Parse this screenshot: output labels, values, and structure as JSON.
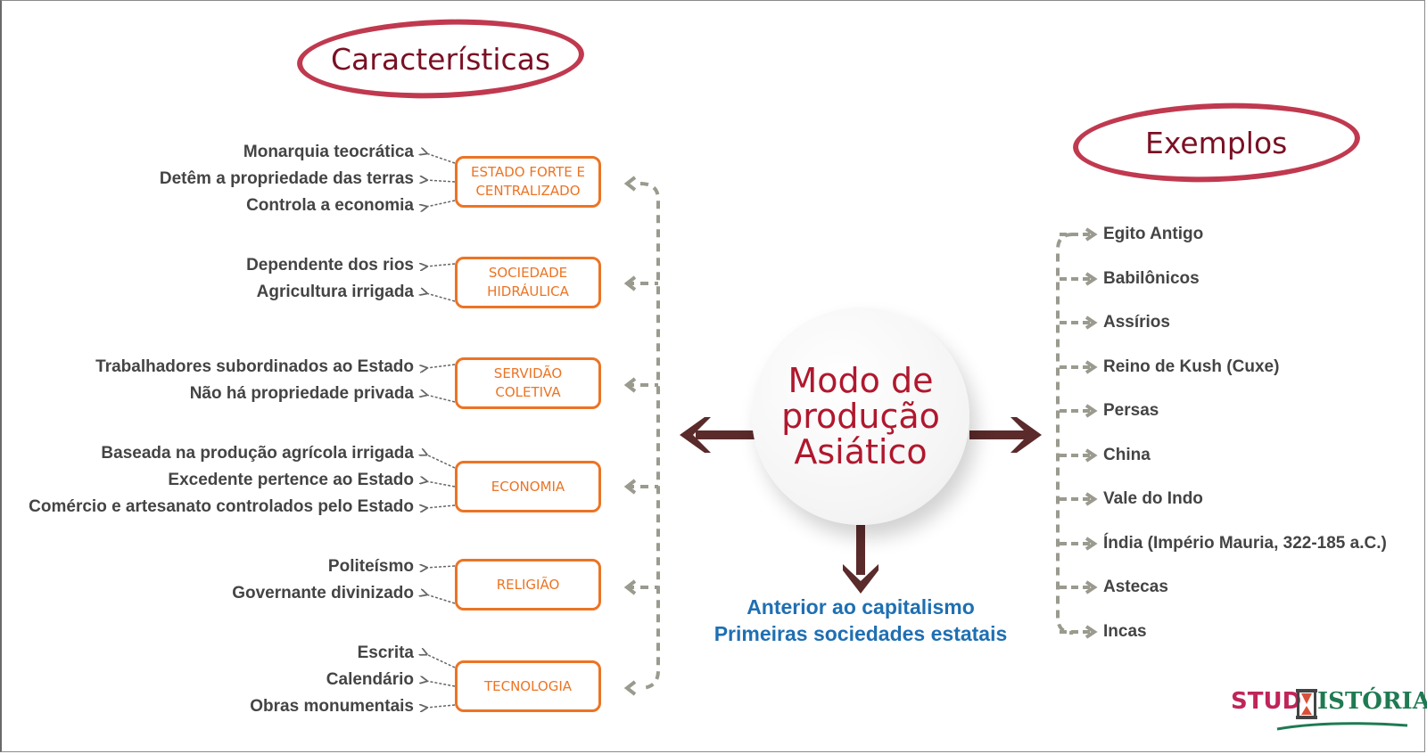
{
  "titles": {
    "characteristics": "Características",
    "examples": "Exemplos"
  },
  "center": {
    "line1": "Modo de",
    "line2": "produção",
    "line3": "Asiático"
  },
  "bottom_note": {
    "line1": "Anterior ao capitalismo",
    "line2": "Primeiras sociedades estatais"
  },
  "categories": [
    {
      "label_line1": "ESTADO FORTE E",
      "label_line2": "CENTRALIZADO",
      "details": [
        "Monarquia teocrática",
        "Detêm a propriedade das terras",
        "Controla a economia"
      ]
    },
    {
      "label_line1": "SOCIEDADE",
      "label_line2": "HIDRÁULICA",
      "details": [
        "Dependente dos rios",
        "Agricultura irrigada"
      ]
    },
    {
      "label_line1": "SERVIDÃO",
      "label_line2": "COLETIVA",
      "details": [
        "Trabalhadores subordinados ao Estado",
        "Não há propriedade privada"
      ]
    },
    {
      "label_line1": "ECONOMIA",
      "label_line2": "",
      "details": [
        "Baseada na produção agrícola irrigada",
        "Excedente pertence ao Estado",
        "Comércio e artesanato controlados pelo Estado"
      ]
    },
    {
      "label_line1": "RELIGIÃO",
      "label_line2": "",
      "details": [
        "Politeísmo",
        "Governante divinizado"
      ]
    },
    {
      "label_line1": "TECNOLOGIA",
      "label_line2": "",
      "details": [
        "Escrita",
        "Calendário",
        "Obras monumentais"
      ]
    }
  ],
  "examples": [
    "Egito Antigo",
    "Babilônicos",
    "Assírios",
    "Reino de Kush (Cuxe)",
    "Persas",
    "China",
    "Vale do Indo",
    "Índia (Império Mauria, 322-185 a.C.)",
    "Astecas",
    "Incas"
  ],
  "logo": {
    "part1": "STUD",
    "part2": "ISTÓRIA"
  },
  "colors": {
    "title_oval": "#c0394f",
    "title_text": "#7a1024",
    "category_orange": "#ec7424",
    "center_text": "#b0182e",
    "arrow_brown": "#5b2a2a",
    "note_blue": "#1f6fb2",
    "connector_gray": "#9a9a8e"
  }
}
